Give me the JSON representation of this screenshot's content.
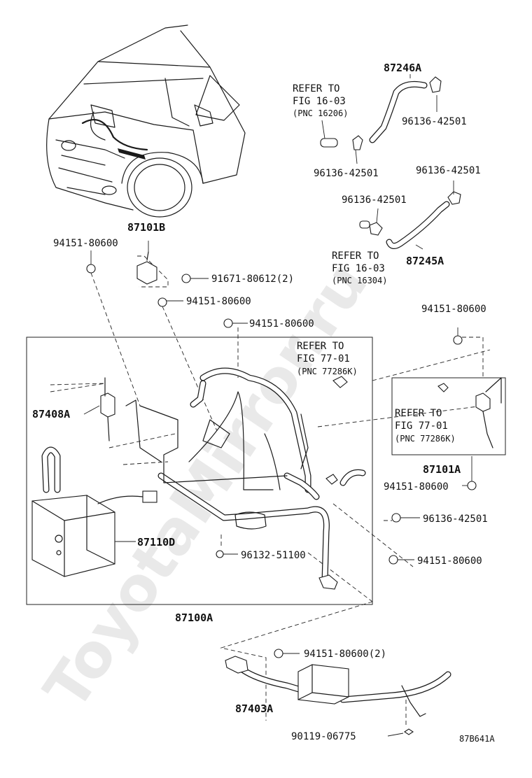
{
  "watermark": "ToyotaMirror.ru",
  "diagram_code": "87B641A",
  "labels": {
    "p87246A": "87246A",
    "refer_1603_a_l1": "REFER TO",
    "refer_1603_a_l2": "FIG 16-03",
    "refer_1603_a_l3": "(PNC 16206)",
    "clip_96136_a": "96136-42501",
    "clip_96136_b": "96136-42501",
    "clip_96136_c": "96136-42501",
    "clip_96136_d": "96136-42501",
    "clip_96136_e": "96136-42501",
    "refer_1603_b_l1": "REFER TO",
    "refer_1603_b_l2": "FIG 16-03",
    "refer_1603_b_l3": "(PNC 16304)",
    "p87245A": "87245A",
    "p87101B": "87101B",
    "bolt_94151_a": "94151-80600",
    "bolt_91671": "91671-80612(2)",
    "bolt_94151_b": "94151-80600",
    "bolt_94151_c": "94151-80600",
    "bolt_94151_d": "94151-80600",
    "bolt_94151_e": "94151-80600",
    "bolt_94151_f": "94151-80600",
    "bolt_94151_g": "94151-80600(2)",
    "refer_7701_a_l1": "REFER TO",
    "refer_7701_a_l2": "FIG 77-01",
    "refer_7701_a_l3": "(PNC 77286K)",
    "refer_7701_b_l1": "REFER TO",
    "refer_7701_b_l2": "FIG 77-01",
    "refer_7701_b_l3": "(PNC 77286K)",
    "p87408A": "87408A",
    "p87101A": "87101A",
    "p87110D": "87110D",
    "bolt_96132": "96132-51100",
    "p87100A": "87100A",
    "p87403A": "87403A",
    "bolt_90119": "90119-06775"
  }
}
